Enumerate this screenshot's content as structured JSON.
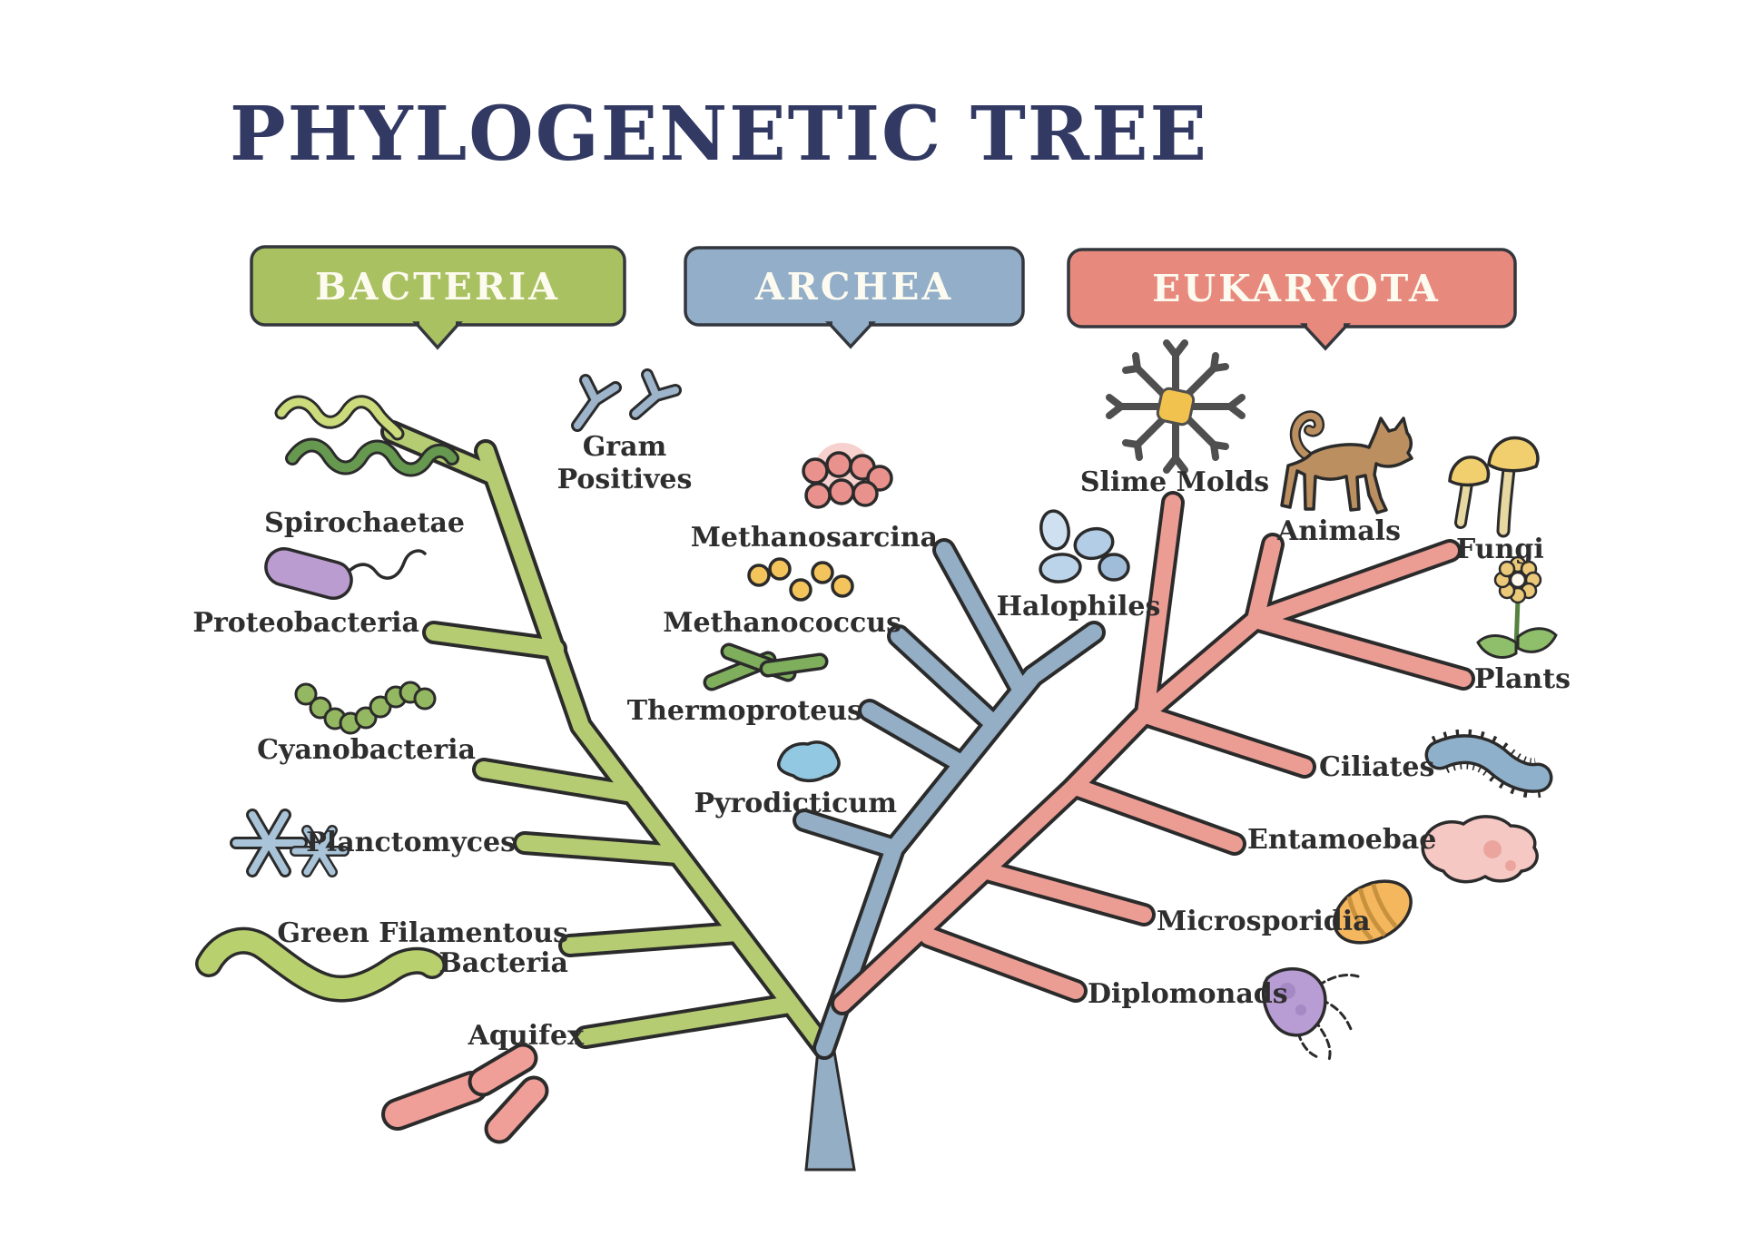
{
  "title": "PHYLOGENETIC TREE",
  "colors": {
    "title": "#323a63",
    "bacteria_badge": "#a9c161",
    "archea_badge": "#93aec8",
    "eukaryota_badge": "#e78a7d",
    "branch_green": "#b5cc73",
    "branch_blue": "#94aec5",
    "branch_pink": "#eb9d94",
    "outline": "#2b2b2b",
    "label_text": "#2e2e2e"
  },
  "domains": [
    {
      "id": "bacteria",
      "label": "BACTERIA",
      "taxa": [
        "Spirochaetae",
        "Gram Positives",
        "Proteobacteria",
        "Cyanobacteria",
        "Planctomyces",
        "Green Filamentous Bacteria",
        "Aquifex"
      ]
    },
    {
      "id": "archea",
      "label": "ARCHEA",
      "taxa": [
        "Methanosarcina",
        "Methanococcus",
        "Thermoproteus",
        "Pyrodicticum",
        "Halophiles"
      ]
    },
    {
      "id": "eukaryota",
      "label": "EUKARYOTA",
      "taxa": [
        "Slime Molds",
        "Animals",
        "Fungi",
        "Plants",
        "Ciliates",
        "Entamoebae",
        "Microsporidia",
        "Diplomonads"
      ]
    }
  ],
  "labels": {
    "spirochaetae": "Spirochaetae",
    "gram_positives_1": "Gram",
    "gram_positives_2": "Positives",
    "proteobacteria": "Proteobacteria",
    "cyanobacteria": "Cyanobacteria",
    "planctomyces": "Planctomyces",
    "green_filamentous_1": "Green Filamentous",
    "green_filamentous_2": "Bacteria",
    "aquifex": "Aquifex",
    "methanosarcina": "Methanosarcina",
    "methanococcus": "Methanococcus",
    "thermoproteus": "Thermoproteus",
    "pyrodicticum": "Pyrodicticum",
    "halophiles": "Halophiles",
    "slime_molds": "Slime Molds",
    "animals": "Animals",
    "fungi": "Fungi",
    "plants": "Plants",
    "ciliates": "Ciliates",
    "entamoebae": "Entamoebae",
    "microsporidia": "Microsporidia",
    "diplomonads": "Diplomonads"
  }
}
